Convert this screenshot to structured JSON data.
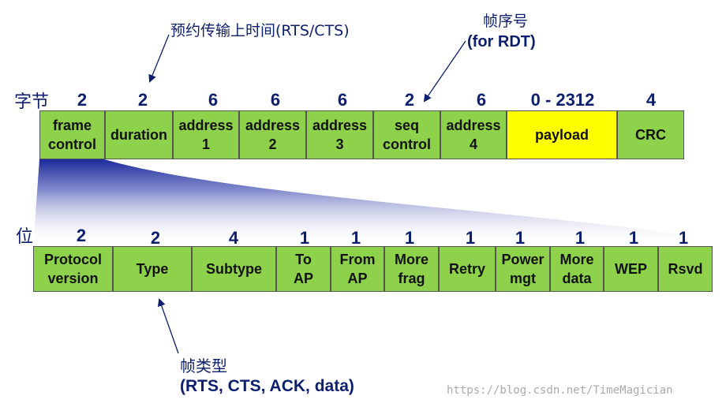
{
  "annotations": {
    "rts_cts": "预约传输上时间(RTS/CTS)",
    "seq_cn": "帧序号",
    "seq_en": "(for RDT)",
    "bytes_label": "字节",
    "bits_label": "位",
    "type_cn": "帧类型",
    "type_en": "(RTS, CTS, ACK, data)",
    "watermark": "https://blog.csdn.net/TimeMagician"
  },
  "frame": {
    "fields": [
      {
        "label": "frame\ncontrol",
        "size": "2",
        "color": "#8ed14a"
      },
      {
        "label": "duration",
        "size": "2",
        "color": "#8ed14a"
      },
      {
        "label": "address\n1",
        "size": "6",
        "color": "#8ed14a"
      },
      {
        "label": "address\n2",
        "size": "6",
        "color": "#8ed14a"
      },
      {
        "label": "address\n3",
        "size": "6",
        "color": "#8ed14a"
      },
      {
        "label": "seq\ncontrol",
        "size": "2",
        "color": "#8ed14a"
      },
      {
        "label": "address\n4",
        "size": "6",
        "color": "#8ed14a"
      },
      {
        "label": "payload",
        "size": "0 - 2312",
        "color": "#ffff00"
      },
      {
        "label": "CRC",
        "size": "4",
        "color": "#8ed14a"
      }
    ]
  },
  "frame_control": {
    "fields": [
      {
        "label": "Protocol\nversion",
        "size": "2"
      },
      {
        "label": "Type",
        "size": "2"
      },
      {
        "label": "Subtype",
        "size": "4"
      },
      {
        "label": "To\nAP",
        "size": "1"
      },
      {
        "label": "From\nAP",
        "size": "1"
      },
      {
        "label": "More\nfrag",
        "size": "1"
      },
      {
        "label": "Retry",
        "size": "1"
      },
      {
        "label": "Power\nmgt",
        "size": "1"
      },
      {
        "label": "More\ndata",
        "size": "1"
      },
      {
        "label": "WEP",
        "size": "1"
      },
      {
        "label": "Rsvd",
        "size": "1"
      }
    ]
  },
  "colors": {
    "field_green": "#8ed14a",
    "payload_yellow": "#ffff00",
    "number_blue": "#0c1f6e",
    "fan_blue": "#1a2a9a"
  }
}
